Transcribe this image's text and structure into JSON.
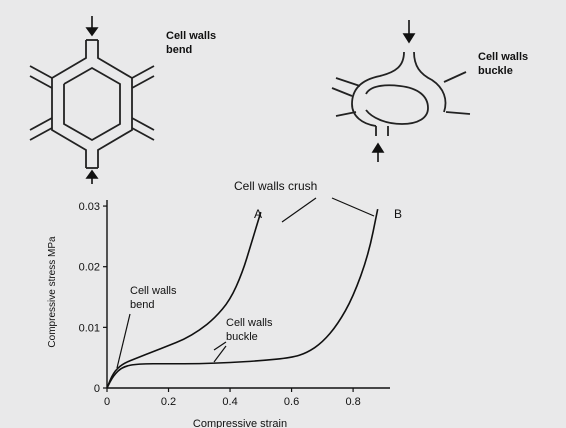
{
  "top_labels": {
    "bend": [
      "Cell walls",
      "bend"
    ],
    "buckle": [
      "Cell walls",
      "buckle"
    ]
  },
  "annotations": {
    "crush": "Cell walls crush",
    "bend": [
      "Cell walls",
      "bend"
    ],
    "buckle": [
      "Cell walls",
      "buckle"
    ],
    "curve_a": "A",
    "curve_b": "B"
  },
  "chart_data": {
    "type": "line",
    "xlabel": "Compressive strain",
    "ylabel": "Compressive stress MPa",
    "xlim": [
      0,
      0.92
    ],
    "ylim": [
      0,
      0.031
    ],
    "xticks": [
      "0",
      "0.2",
      "0.4",
      "0.6",
      "0.8"
    ],
    "yticks": [
      "0",
      "0.01",
      "0.02",
      "0.03"
    ],
    "series": [
      {
        "x": [
          0,
          0.02,
          0.05,
          0.1,
          0.15,
          0.2,
          0.25,
          0.3,
          0.35,
          0.4,
          0.44,
          0.47,
          0.5
        ],
        "y": [
          0,
          0.0025,
          0.004,
          0.005,
          0.006,
          0.007,
          0.008,
          0.0095,
          0.0115,
          0.0145,
          0.019,
          0.024,
          0.029
        ]
      },
      {
        "x": [
          0,
          0.02,
          0.05,
          0.1,
          0.2,
          0.3,
          0.4,
          0.5,
          0.6,
          0.65,
          0.7,
          0.75,
          0.8,
          0.85,
          0.88
        ],
        "y": [
          0,
          0.002,
          0.0035,
          0.004,
          0.004,
          0.004,
          0.0042,
          0.0045,
          0.005,
          0.0058,
          0.0075,
          0.0105,
          0.015,
          0.022,
          0.0295
        ]
      }
    ]
  }
}
